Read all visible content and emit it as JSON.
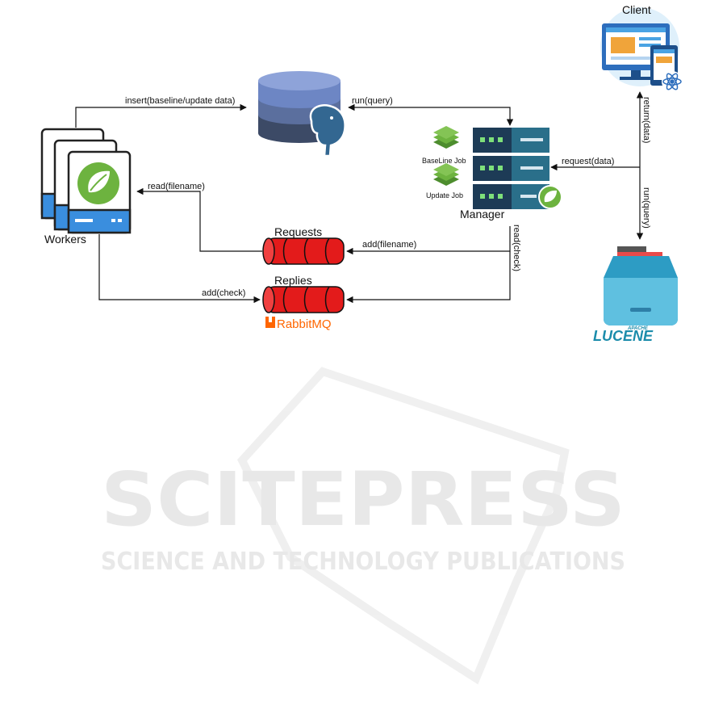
{
  "nodes": {
    "workers": "Workers",
    "manager": "Manager",
    "client": "Client",
    "baseline_job": "BaseLine Job",
    "update_job": "Update Job",
    "requests_queue": "Requests",
    "replies_queue": "Replies",
    "rabbitmq_logo": "RabbitMQ",
    "lucene_logo_top": "APACHE",
    "lucene_logo": "LUCENE"
  },
  "edges": {
    "insert": "insert(baseline/update data)",
    "run_query_db": "run(query)",
    "request_data": "request(data)",
    "return_data": "return(data)",
    "run_query_lucene": "run(query)",
    "read_filename": "read(filename)",
    "add_filename": "add(filename)",
    "read_check": "read(check)",
    "add_check": "add(check)"
  },
  "watermark": {
    "main": "SCITEPRESS",
    "sub": "SCIENCE AND TECHNOLOGY PUBLICATIONS"
  },
  "colors": {
    "spring_green": "#6db33f",
    "rabbit_orange": "#ff6600",
    "queue_red": "#e31b1b",
    "server_navy": "#1d3b56",
    "server_teal": "#2a6f8a",
    "db_top": "#6d86c4",
    "db_mid": "#5b6f9e",
    "db_bottom": "#3c4a66",
    "worker_blue": "#3a8ede",
    "client_blue": "#2d6ebd",
    "lucene_teal": "#1b8cab"
  }
}
